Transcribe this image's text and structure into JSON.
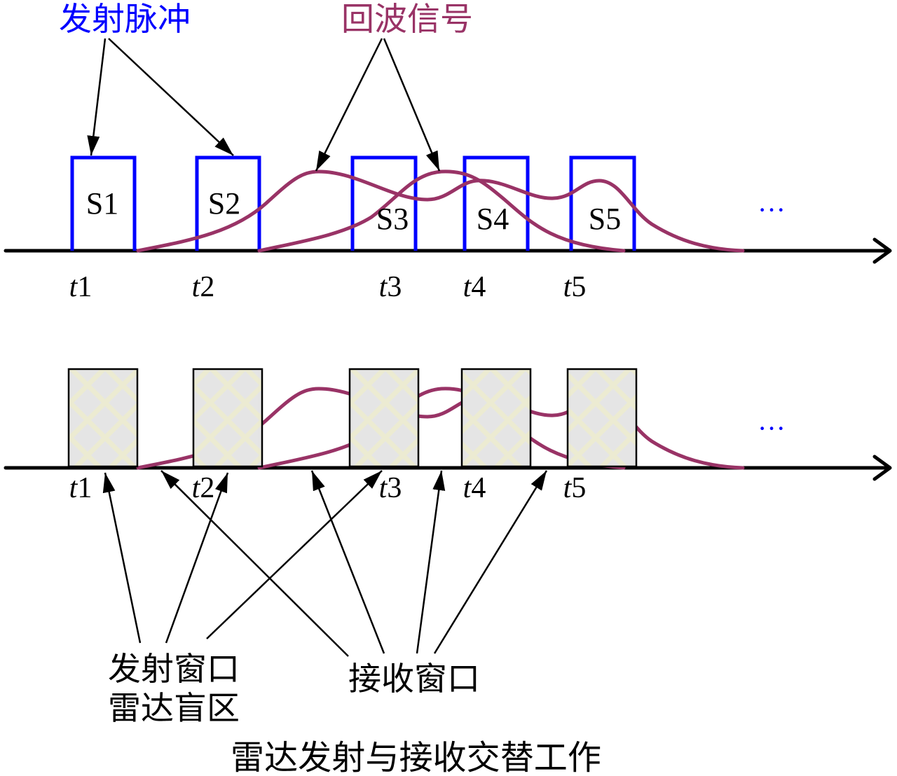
{
  "labels": {
    "transmit_pulse": "发射脉冲",
    "echo_signal": "回波信号",
    "transmit_window": "发射窗口",
    "radar_blind_zone": "雷达盲区",
    "receive_window": "接收窗口",
    "caption": "雷达发射与接收交替工作"
  },
  "pulses": [
    "S1",
    "S2",
    "S3",
    "S4",
    "S5"
  ],
  "time_labels": [
    "t1",
    "t2",
    "t3",
    "t4",
    "t5"
  ],
  "ellipsis": "···",
  "colors": {
    "pulse": "#0000ff",
    "echo": "#993366",
    "axis": "#000000",
    "arrow": "#000000",
    "window_border": "#000000",
    "window_fill": "#e5e5e5",
    "window_pattern": "#ecebd2"
  }
}
